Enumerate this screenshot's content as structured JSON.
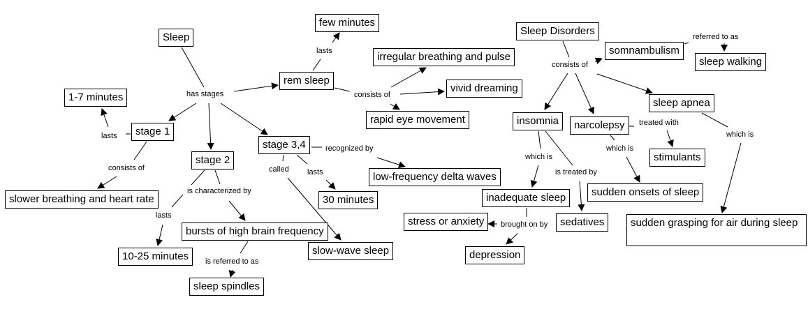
{
  "map": {
    "concepts": {
      "sleep": "Sleep",
      "few_minutes": "few minutes",
      "rem_sleep": "rem sleep",
      "irregular": "irregular breathing and pulse",
      "vivid": "vivid dreaming",
      "rapid_eye": "rapid eye movement",
      "one_seven": "1-7 minutes",
      "stage1": "stage 1",
      "stage2": "stage 2",
      "stage34": "stage 3,4",
      "slower": "slower breathing and heart rate",
      "delta": "low-frequency delta waves",
      "thirty": "30 minutes",
      "bursts": "bursts of high brain frequency",
      "ten_25": "10-25 minutes",
      "spindles": "sleep spindles",
      "slow_wave": "slow-wave sleep",
      "disorders": "Sleep Disorders",
      "somnambulism": "somnambulism",
      "sleep_walking": "sleep walking",
      "insomnia": "insomnia",
      "narcolepsy": "narcolepsy",
      "apnea": "sleep apnea",
      "stimulants": "stimulants",
      "onsets": "sudden onsets of sleep",
      "inadequate": "inadequate sleep",
      "sedatives": "sedatives",
      "stress": "stress or anxiety",
      "depression": "depression",
      "grasping": "sudden grasping for air during sleep"
    },
    "links": {
      "has_stages": "has stages",
      "rem_lasts": "lasts",
      "rem_consists": "consists of",
      "s1_lasts": "lasts",
      "s1_consists": "consists of",
      "s2_char": "is characterized by",
      "s2_lasts": "lasts",
      "bursts_ref": "is referred to as",
      "s34_recog": "recognized by",
      "s34_called": "called",
      "s34_lasts": "lasts",
      "dis_consists": "consists of",
      "somn_ref": "referred to as",
      "ins_which": "which is",
      "ins_treated": "is treated by",
      "narc_treated": "treated with",
      "narc_which": "which is",
      "apnea_which": "which is",
      "brought_on": "brought on by"
    }
  }
}
